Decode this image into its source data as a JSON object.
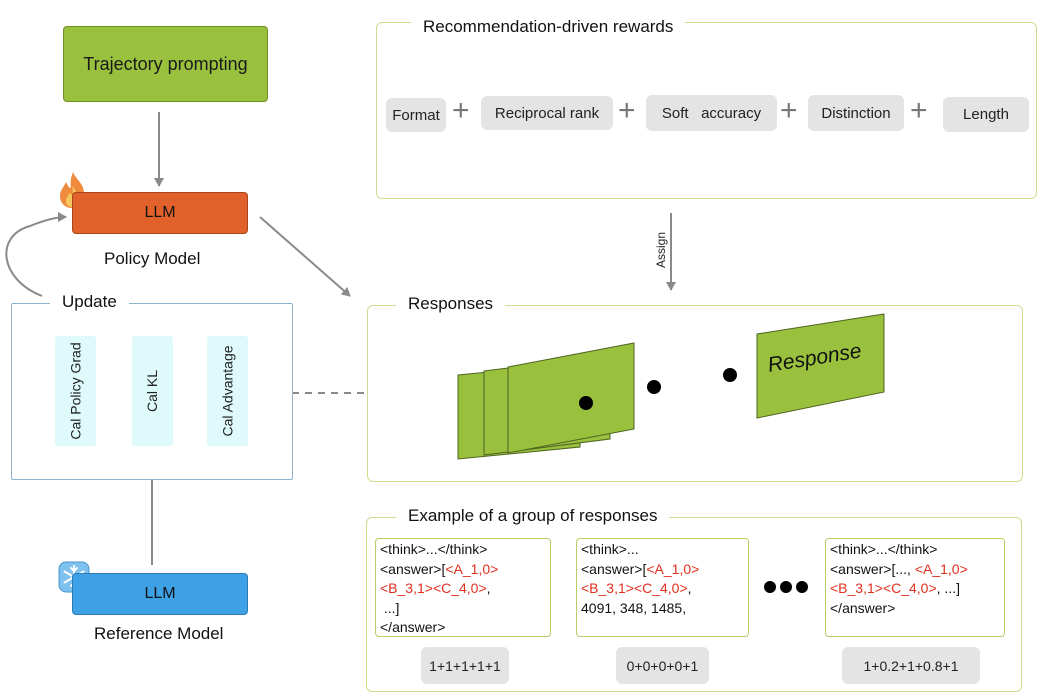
{
  "top_box": {
    "label": "Trajectory prompting"
  },
  "policy": {
    "llm_label": "LLM",
    "caption": "Policy Model"
  },
  "reference": {
    "llm_label": "LLM",
    "caption": "Reference Model"
  },
  "update": {
    "title": "Update",
    "steps": [
      "Cal  Policy Grad",
      "Cal  KL",
      "Cal  Advantage"
    ]
  },
  "rewards": {
    "title": "Recommendation-driven rewards",
    "items": [
      "Format",
      "Reciprocal rank",
      "Soft   accuracy",
      "Distinction",
      "Length"
    ],
    "operator": "+"
  },
  "assign_label": "Assign",
  "responses": {
    "title": "Responses",
    "card_label": "Response"
  },
  "examples": {
    "title": "Example of a group of responses",
    "cards": [
      {
        "lines": [
          [
            {
              "t": "<think>...</think>",
              "red": false
            }
          ],
          [
            {
              "t": "<answer>[",
              "red": false
            },
            {
              "t": "<A_1,0>",
              "red": true
            }
          ],
          [
            {
              "t": "<B_3,1><C_4,0>",
              "red": true
            },
            {
              "t": ",",
              "red": false
            }
          ],
          [
            {
              "t": " ...]",
              "red": false
            }
          ],
          [
            {
              "t": "</answer>",
              "red": false
            }
          ]
        ],
        "score": "1+1+1+1+1"
      },
      {
        "lines": [
          [
            {
              "t": "<think>...",
              "red": false
            }
          ],
          [
            {
              "t": "<answer>[",
              "red": false
            },
            {
              "t": "<A_1,0>",
              "red": true
            }
          ],
          [
            {
              "t": "<B_3,1><C_4,0>",
              "red": true
            },
            {
              "t": ",",
              "red": false
            }
          ],
          [
            {
              "t": "4091, 348, 1485,",
              "red": false
            }
          ]
        ],
        "score": "0+0+0+0+1"
      },
      {
        "lines": [
          [
            {
              "t": "<think>...</think>",
              "red": false
            }
          ],
          [
            {
              "t": "<answer>[..., ",
              "red": false
            },
            {
              "t": "<A_1,0>",
              "red": true
            }
          ],
          [
            {
              "t": "<B_3,1><C_4,0>",
              "red": true
            },
            {
              "t": ", ...]",
              "red": false
            }
          ],
          [
            {
              "t": "</answer>",
              "red": false
            }
          ]
        ],
        "score": "1+0.2+1+0.8+1"
      }
    ]
  }
}
